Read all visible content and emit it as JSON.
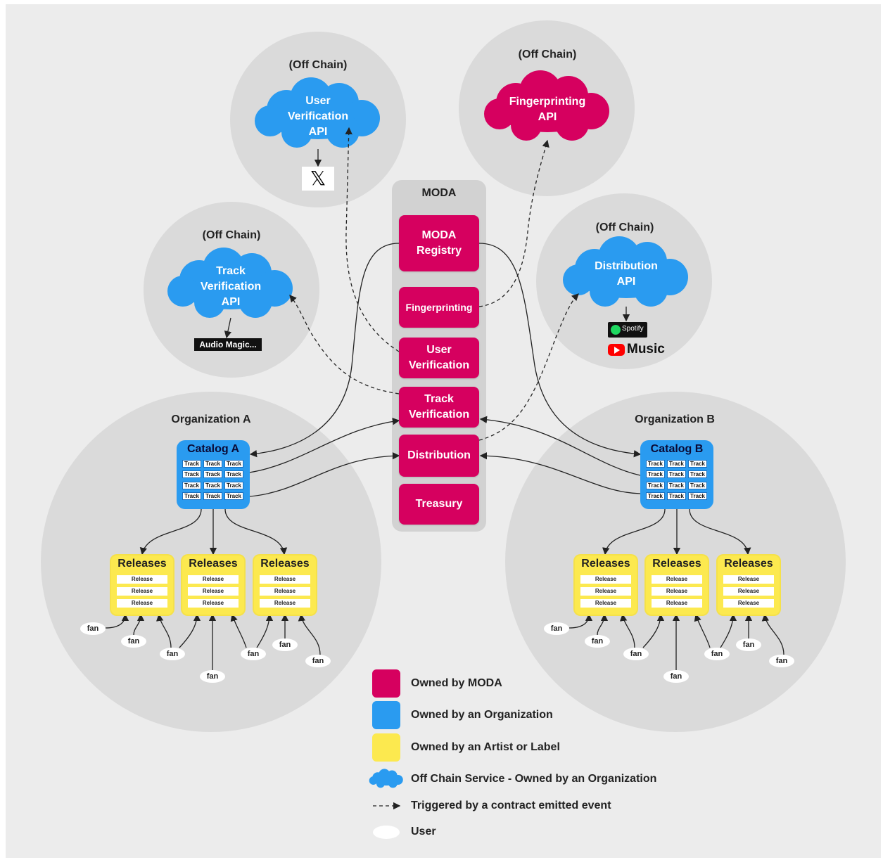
{
  "off_chain_label": "(Off Chain)",
  "clouds": {
    "user_verification": "User Verification API",
    "fingerprinting": "Fingerprinting API",
    "track_verification": "Track Verification API",
    "distribution": "Distribution API"
  },
  "external": {
    "x_logo": "𝕏",
    "audio_magic": "Audio Magic...",
    "spotify": "Spotify",
    "youtube_music": "Music"
  },
  "moda": {
    "title": "MODA",
    "boxes": [
      "MODA Registry",
      "Fingerprinting",
      "User Verification",
      "Track Verification",
      "Distribution",
      "Treasury"
    ]
  },
  "org_a": {
    "title": "Organization A",
    "catalog": "Catalog A"
  },
  "org_b": {
    "title": "Organization B",
    "catalog": "Catalog B"
  },
  "track_label": "Track",
  "releases_label": "Releases",
  "release_label": "Release",
  "fan_label": "fan",
  "legend": [
    {
      "label": "Owned by MODA",
      "color": "#d6005f"
    },
    {
      "label": "Owned by an Organization",
      "color": "#2a9bf0"
    },
    {
      "label": "Owned by an Artist or Label",
      "color": "#fce94f"
    },
    {
      "label": "Off Chain Service - Owned by an Organization",
      "color": "#2a9bf0"
    },
    {
      "label": "Triggered by a contract emitted event",
      "color": "#222222"
    },
    {
      "label": "User",
      "color": "#ffffff"
    }
  ],
  "colors": {
    "moda_pink": "#d6005f",
    "org_blue": "#2a9bf0",
    "artist_yellow": "#fce94f",
    "background": "#ececec",
    "circle_gray": "#dadada"
  }
}
